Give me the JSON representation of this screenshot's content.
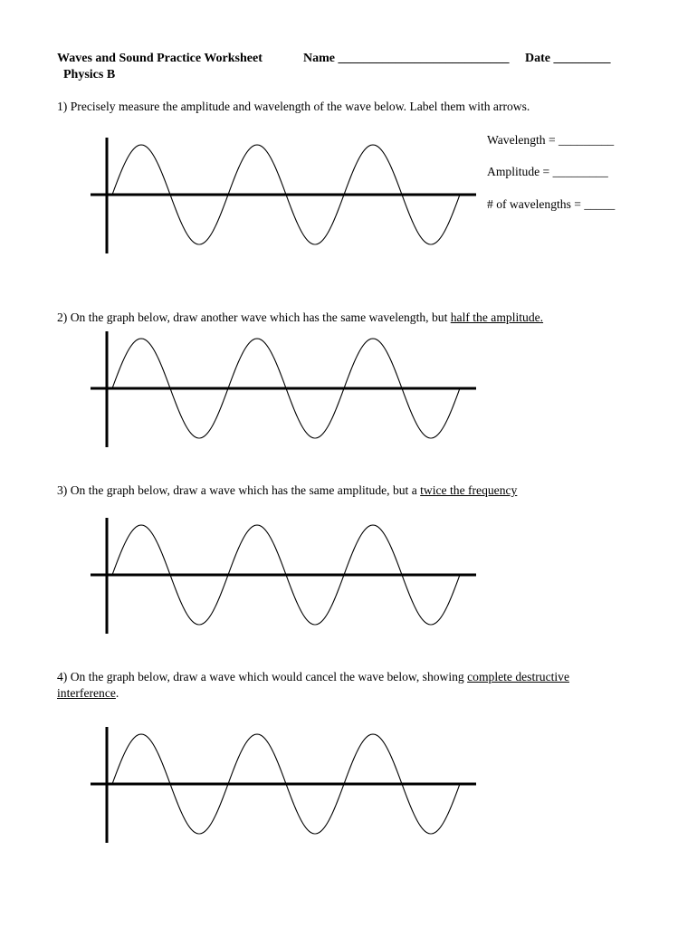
{
  "header": {
    "title": "Waves and Sound Practice Worksheet",
    "name_field": "Name ___________________________",
    "date_field": "Date _________",
    "course": "Physics B"
  },
  "questions": [
    {
      "number": "1)",
      "text": "Precisely measure the amplitude and wavelength of the wave below.  Label them with arrows.",
      "fields": [
        "Wavelength = _________",
        "Amplitude = _________",
        "# of wavelengths = _____"
      ]
    },
    {
      "number": "2)",
      "text": "On the graph below, draw another wave which has the same wavelength, but ",
      "emphasis": "half the amplitude."
    },
    {
      "number": "3)",
      "text": "On the graph below, draw a wave which has the same amplitude, but a ",
      "emphasis": "twice the frequency"
    },
    {
      "number": "4)",
      "text": "On the graph below, draw a wave which would cancel the wave below, showing ",
      "emphasis": "complete destructive",
      "emphasis2": "interference",
      "tail": "."
    }
  ],
  "wave": {
    "cycles": 3,
    "amplitude_ratio": 1
  }
}
